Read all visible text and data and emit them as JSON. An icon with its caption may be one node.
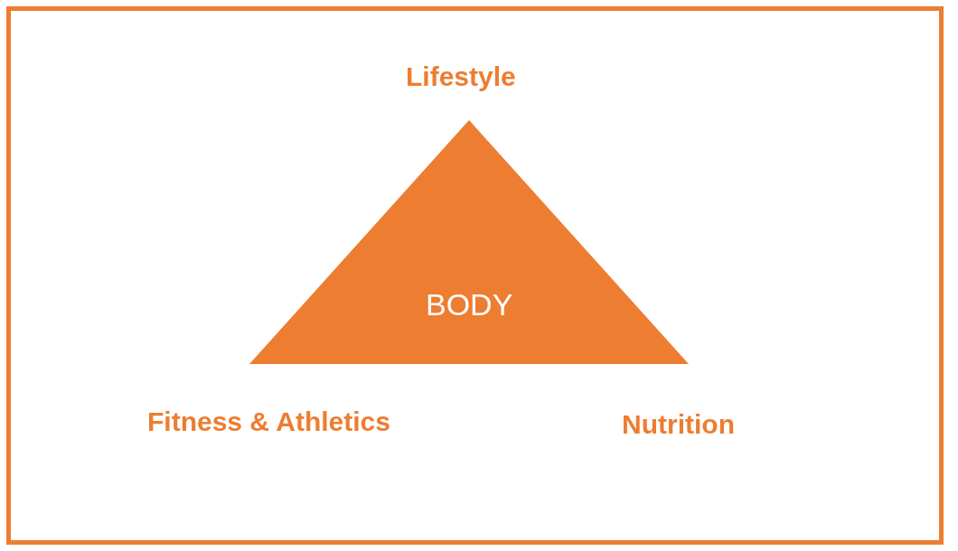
{
  "diagram": {
    "nodes": [
      {
        "text": [
          "BODY"
        ]
      }
    ],
    "labels": [
      "Lifestyle",
      "Fitness & Athletics",
      "Nutrition"
    ]
  }
}
